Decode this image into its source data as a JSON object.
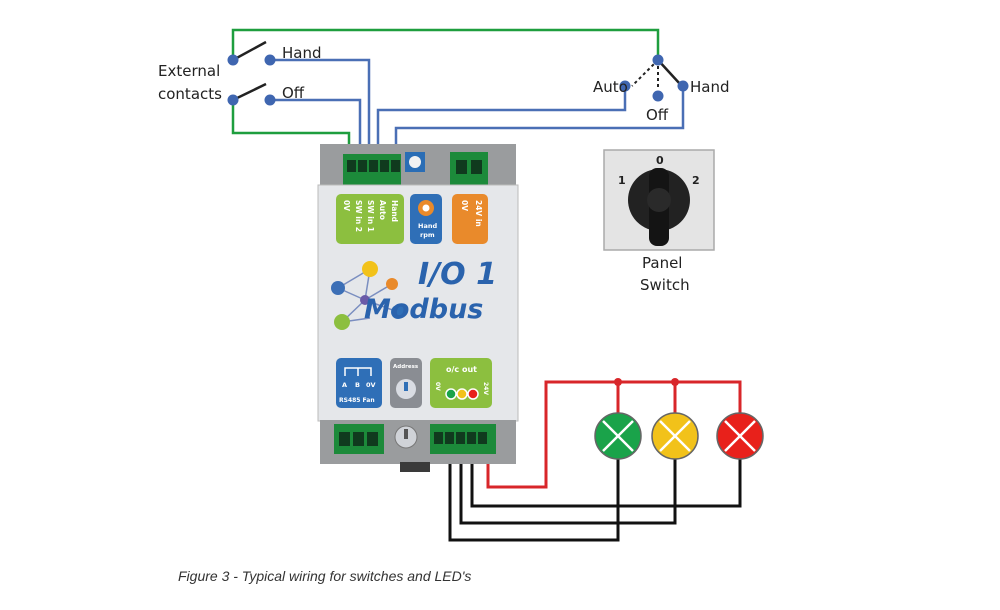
{
  "external_contacts": {
    "label_line1": "External",
    "label_line2": "contacts",
    "hand_label": "Hand",
    "off_label": "Off"
  },
  "selector_switch": {
    "auto_label": "Auto",
    "hand_label": "Hand",
    "off_label": "Off"
  },
  "panel_switch": {
    "label_line1": "Panel",
    "label_line2": "Switch",
    "dial_0": "0",
    "dial_1": "1",
    "dial_2": "2"
  },
  "device": {
    "title": "I/O 1",
    "subtitle": "Modbus",
    "inputs_panel": [
      "0V",
      "SW in 2",
      "SW in 1",
      "Auto",
      "Hand"
    ],
    "hand_rpm_lines": [
      "Hand",
      "rpm"
    ],
    "power_panel": [
      "0V",
      "24V in"
    ],
    "rs485_lines": [
      "A",
      "B",
      "0V"
    ],
    "rs485_label": "RS485 Fan",
    "address_label": "Address",
    "oc_out_label": "o/c out",
    "oc_out_left": "0V",
    "oc_out_right": "24V"
  },
  "leds": [
    {
      "color": "#1aa34a"
    },
    {
      "color": "#f2c21a"
    },
    {
      "color": "#e8211b"
    }
  ],
  "colors": {
    "green_wire": "#1e9e3e",
    "blue_wire": "#4a6fb5",
    "red_wire": "#d8262a",
    "black_wire": "#111111",
    "node_blue": "#3f66b0"
  },
  "caption": "Figure 3 - Typical wiring for switches and LED's"
}
